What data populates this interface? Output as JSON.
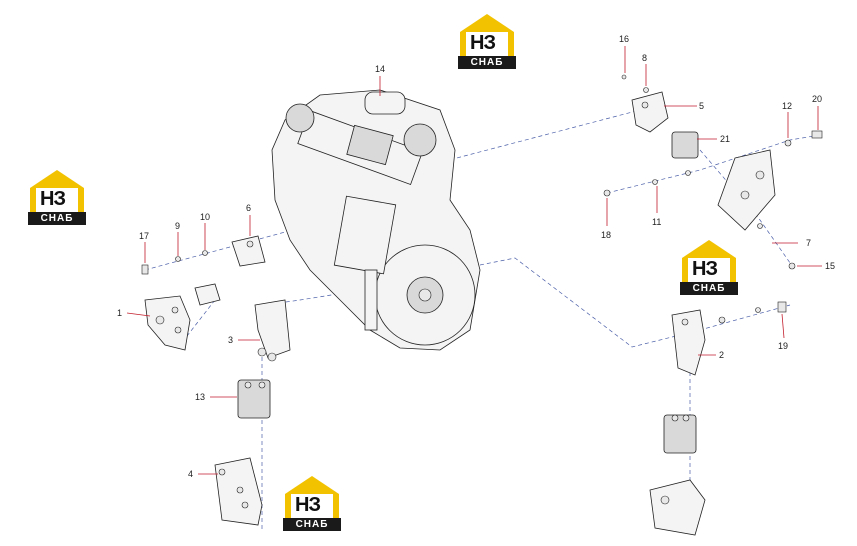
{
  "brand": {
    "mark": "НЗ",
    "sub": "СНАБ",
    "accent": "#f2c200"
  },
  "callouts": [
    "1",
    "2",
    "3",
    "4",
    "5",
    "6",
    "7",
    "8",
    "9",
    "10",
    "11",
    "12",
    "13",
    "14",
    "15",
    "16",
    "17",
    "18",
    "19",
    "20",
    "21"
  ]
}
